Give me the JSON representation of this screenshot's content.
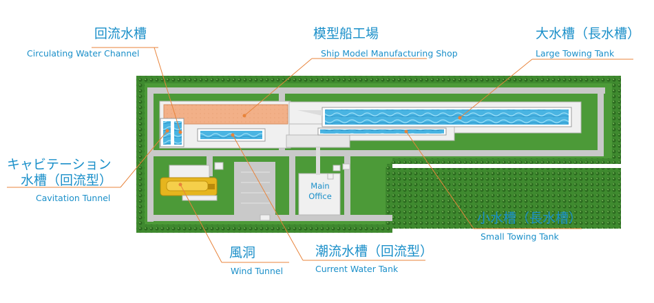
{
  "labels": {
    "circulating": {
      "jp": "回流水槽",
      "en": "Circulating Water Channel"
    },
    "ship_model": {
      "jp": "模型船工場",
      "en": "Ship Model Manufacturing Shop"
    },
    "large_tank": {
      "jp": "大水槽（長水槽）",
      "en": "Large Towing Tank"
    },
    "cavitation": {
      "jp1": "キャビテーション",
      "jp2": "水槽（回流型）",
      "en": "Cavitation Tunnel"
    },
    "small_tank": {
      "jp": "小水槽（長水槽）",
      "en": "Small Towing Tank"
    },
    "wind": {
      "jp": "風洞",
      "en": "Wind Tunnel"
    },
    "current": {
      "jp": "潮流水槽（回流型）",
      "en": "Current Water Tank"
    },
    "office": {
      "line1": "Main",
      "line2": "Office"
    }
  },
  "colors": {
    "accent": "#1a8fc9",
    "leader": "#e8833a",
    "grass": "#3f8a2f",
    "hedge": "#2e6e22",
    "road": "#c9c9c9",
    "building": "#f0f0f0",
    "water": "#3aa6d8",
    "workshop": "#f2b088"
  }
}
